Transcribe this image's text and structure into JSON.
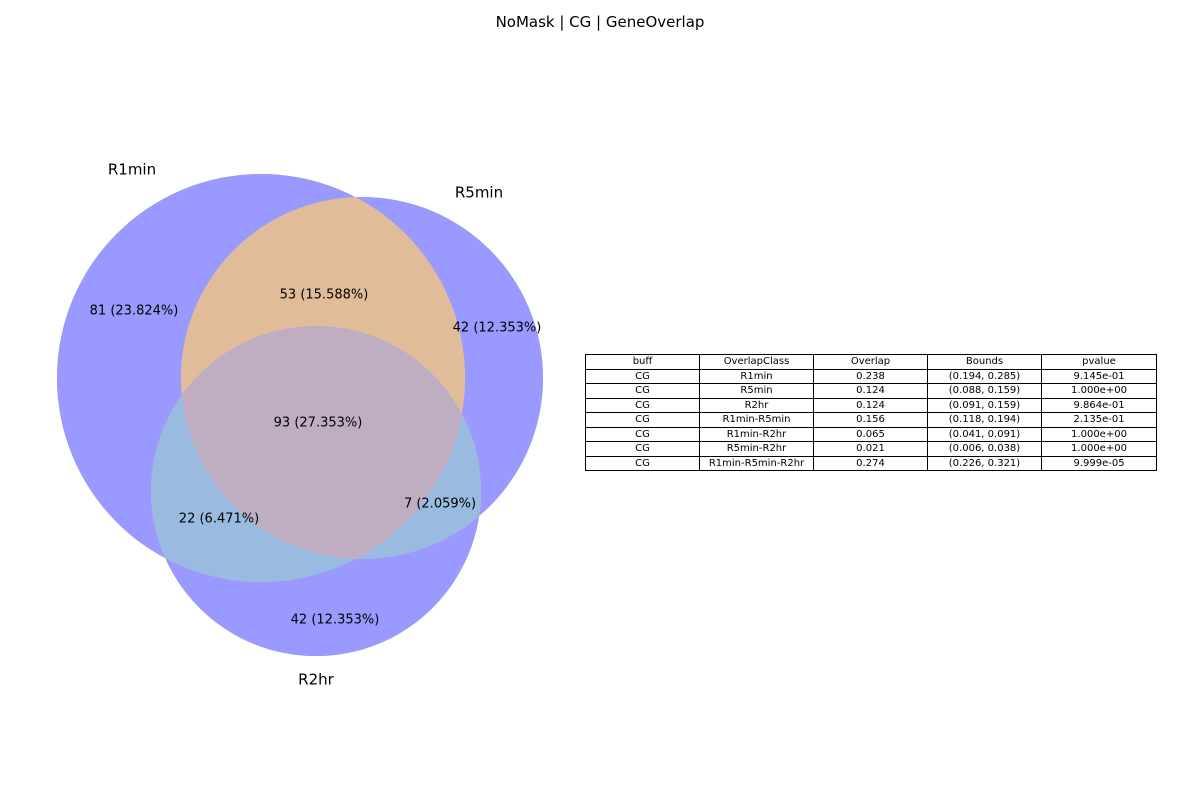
{
  "title": "NoMask | CG | GeneOverlap",
  "venn": {
    "sets": [
      {
        "key": "R1min",
        "label": "R1min",
        "color": "#ff9999"
      },
      {
        "key": "R5min",
        "label": "R5min",
        "color": "#99cc99"
      },
      {
        "key": "R2hr",
        "label": "R2hr",
        "color": "#9999ff"
      }
    ],
    "regions": [
      {
        "key": "r1_only",
        "sets": [
          "R1min"
        ],
        "label": "81 (23.824%)",
        "count": 81,
        "percent": 23.824,
        "color": "#ff9999"
      },
      {
        "key": "r5_only",
        "sets": [
          "R5min"
        ],
        "label": "42 (12.353%)",
        "count": 42,
        "percent": 12.353,
        "color": "#99cc99"
      },
      {
        "key": "r2_only",
        "sets": [
          "R2hr"
        ],
        "label": "42 (12.353%)",
        "count": 42,
        "percent": 12.353,
        "color": "#9999ff"
      },
      {
        "key": "r1_r5",
        "sets": [
          "R1min",
          "R5min"
        ],
        "label": "53 (15.588%)",
        "count": 53,
        "percent": 15.588,
        "color": "#e0bd98"
      },
      {
        "key": "r1_r2",
        "sets": [
          "R1min",
          "R2hr"
        ],
        "label": "22 (6.471%)",
        "count": 22,
        "percent": 6.471,
        "color": "#df99df"
      },
      {
        "key": "r5_r2",
        "sets": [
          "R5min",
          "R2hr"
        ],
        "label": "7 (2.059%)",
        "count": 7,
        "percent": 2.059,
        "color": "#99bbdf"
      },
      {
        "key": "r1_r5_r2",
        "sets": [
          "R1min",
          "R5min",
          "R2hr"
        ],
        "label": "93 (27.353%)",
        "count": 93,
        "percent": 27.353,
        "color": "#bfaec2"
      }
    ]
  },
  "table": {
    "columns": [
      "buff",
      "OverlapClass",
      "Overlap",
      "Bounds",
      "pvalue"
    ],
    "rows": [
      [
        "CG",
        "R1min",
        "0.238",
        "(0.194, 0.285)",
        "9.145e-01"
      ],
      [
        "CG",
        "R5min",
        "0.124",
        "(0.088, 0.159)",
        "1.000e+00"
      ],
      [
        "CG",
        "R2hr",
        "0.124",
        "(0.091, 0.159)",
        "9.864e-01"
      ],
      [
        "CG",
        "R1min-R5min",
        "0.156",
        "(0.118, 0.194)",
        "2.135e-01"
      ],
      [
        "CG",
        "R1min-R2hr",
        "0.065",
        "(0.041, 0.091)",
        "1.000e+00"
      ],
      [
        "CG",
        "R5min-R2hr",
        "0.021",
        "(0.006, 0.038)",
        "1.000e+00"
      ],
      [
        "CG",
        "R1min-R5min-R2hr",
        "0.274",
        "(0.226, 0.321)",
        "9.999e-05"
      ]
    ]
  }
}
